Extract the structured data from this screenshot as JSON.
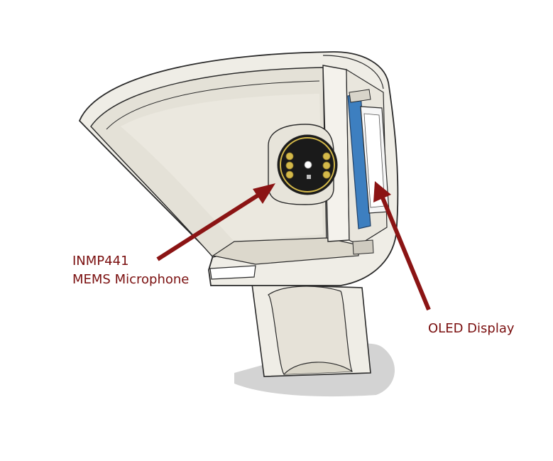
{
  "labels": {
    "microphone_line1": "INMP441",
    "microphone_line2": "MEMS Microphone",
    "display": "OLED Display"
  },
  "colors": {
    "label_text": "#7a0f0f",
    "arrow": "#8b1414",
    "housing_fill": "#efede6",
    "housing_inner": "#d9d5c8",
    "outline": "#2a2a2a",
    "pcb_blue": "#3d7fc0",
    "gold": "#d4b94a",
    "shadow": "#d3d3d3"
  },
  "icons": {
    "microphone": "mems-microphone-module",
    "display": "oled-display-module"
  }
}
